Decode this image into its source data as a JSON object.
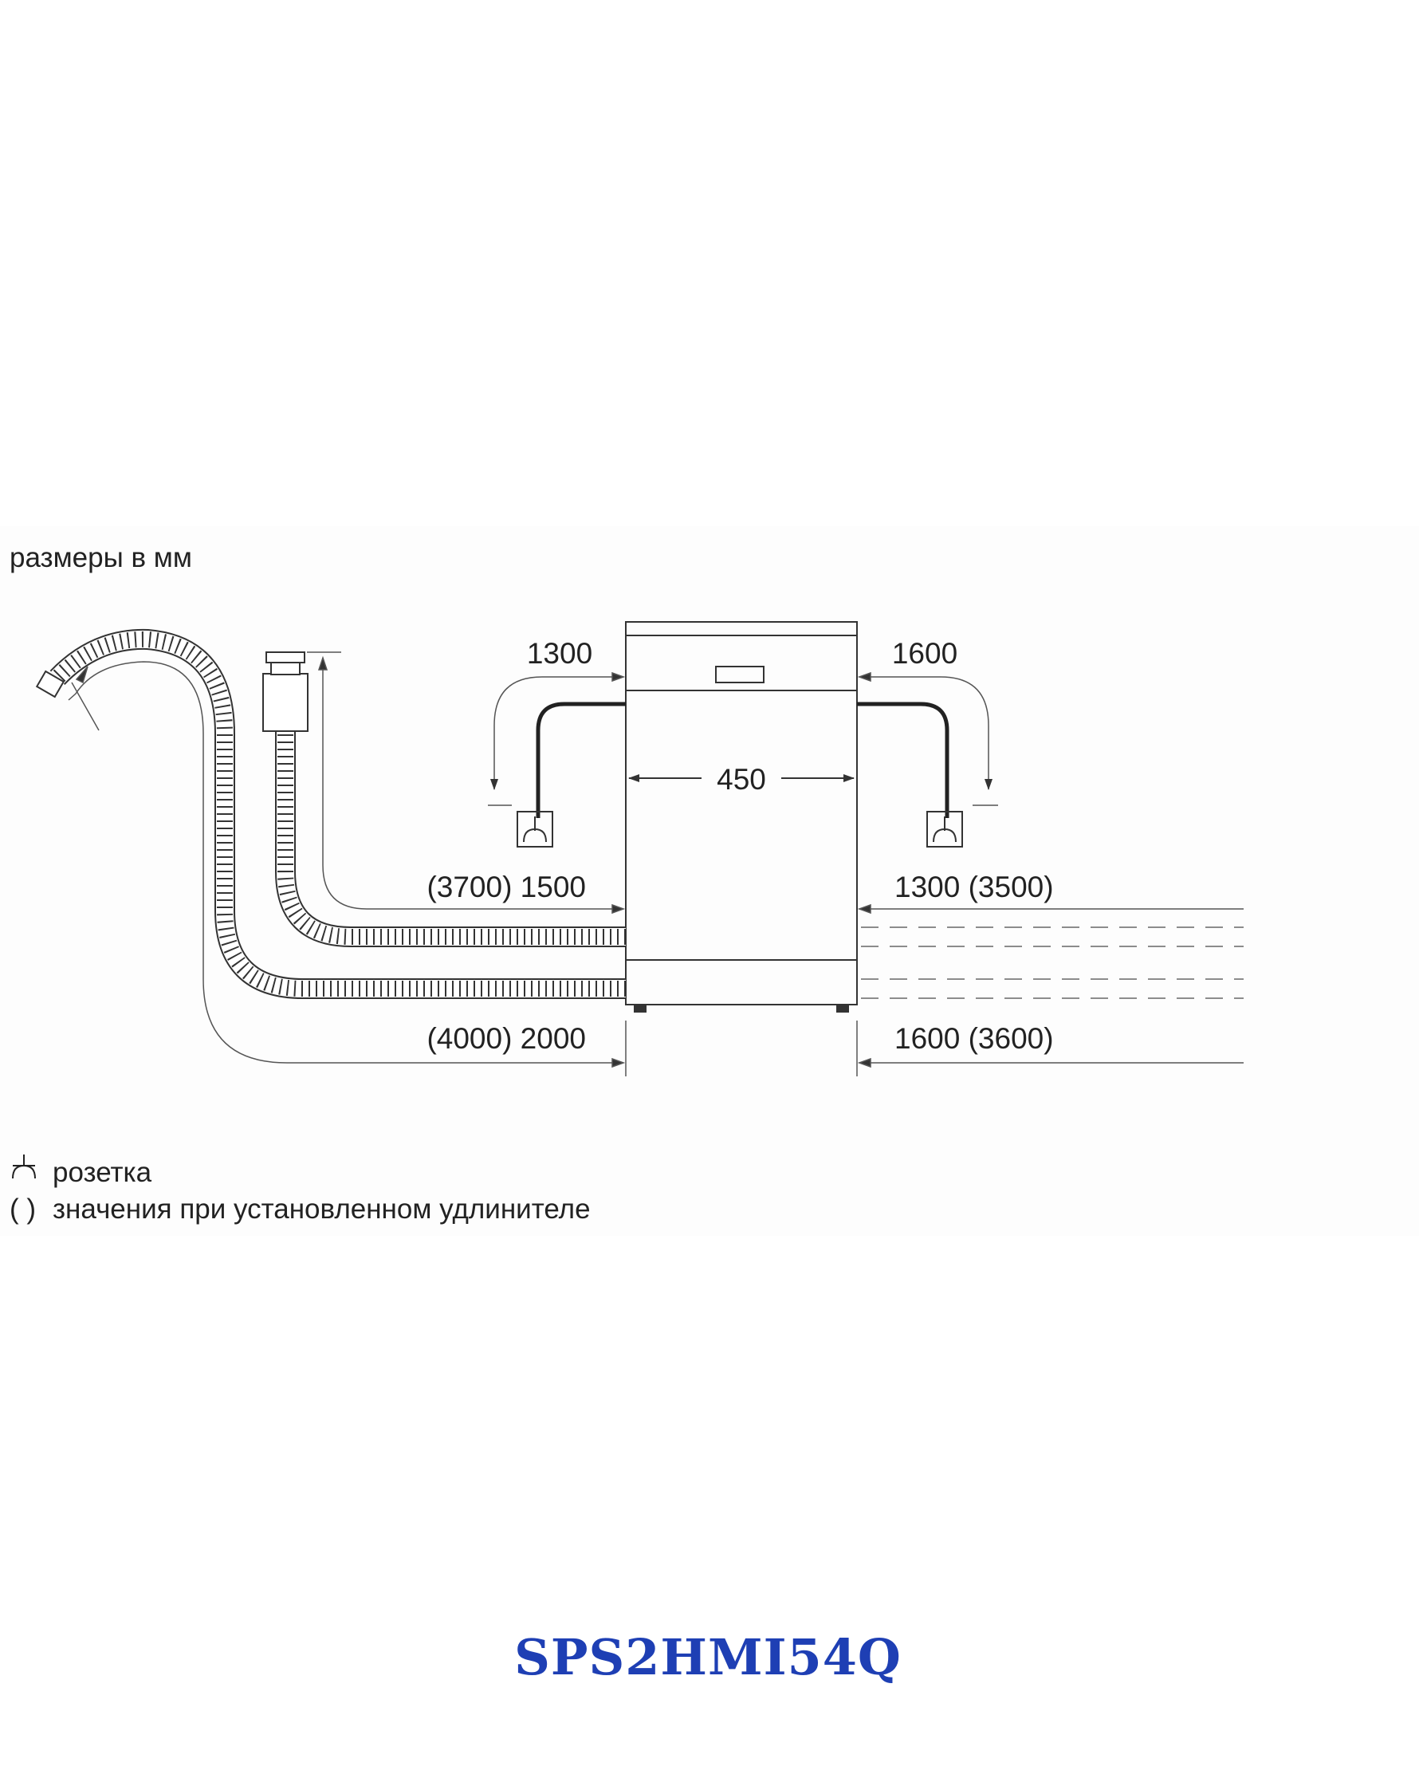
{
  "diagram": {
    "units_note": "размеры в мм",
    "dimensions": {
      "width": "450",
      "outlet_left": "1300",
      "outlet_right": "1600",
      "drain_left": "(3700) 1500",
      "drain_right": "1300 (3500)",
      "supply_left": "(4000) 2000",
      "supply_right": "1600 (3600)"
    },
    "legend": {
      "socket_label": "розетка",
      "paren_symbol": "( )",
      "paren_label": "значения при установленном удлинителе"
    }
  },
  "model": "SPS2HMI54Q",
  "colors": {
    "line": "#333333",
    "model_text": "#1e3fb4",
    "panel_bg": "#fdfdfd"
  }
}
